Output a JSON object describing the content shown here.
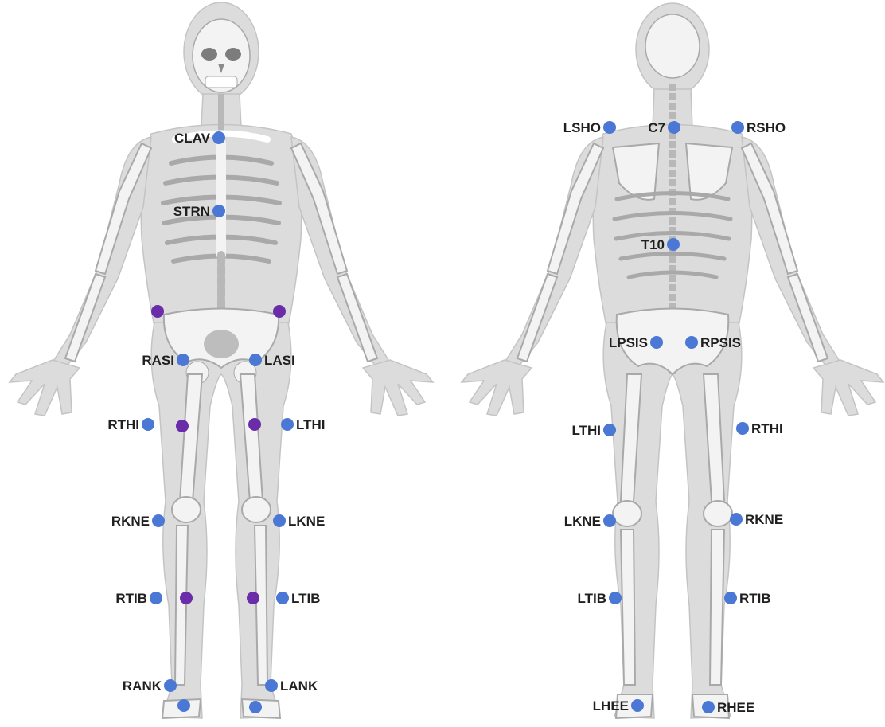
{
  "colors": {
    "background": "#ffffff",
    "body_fill": "#dcdcdc",
    "bone_fill": "#f3f3f3",
    "bone_stroke": "#a9a9a9",
    "marker_blue": "#4a78d4",
    "marker_purple": "#6a2ca8",
    "label_text": "#1f1f1f"
  },
  "front_view": {
    "markers": [
      {
        "id": "CLAV",
        "label": "CLAV",
        "color": "blue"
      },
      {
        "id": "STRN",
        "label": "STRN",
        "color": "blue"
      },
      {
        "id": "RASI",
        "label": "RASI",
        "color": "blue"
      },
      {
        "id": "LASI",
        "label": "LASI",
        "color": "blue"
      },
      {
        "id": "RTHI",
        "label": "RTHI",
        "color": "blue"
      },
      {
        "id": "LTHI",
        "label": "LTHI",
        "color": "blue"
      },
      {
        "id": "RKNE",
        "label": "RKNE",
        "color": "blue"
      },
      {
        "id": "LKNE",
        "label": "LKNE",
        "color": "blue"
      },
      {
        "id": "RTIB",
        "label": "RTIB",
        "color": "blue"
      },
      {
        "id": "LTIB",
        "label": "LTIB",
        "color": "blue"
      },
      {
        "id": "RANK",
        "label": "RANK",
        "color": "blue"
      },
      {
        "id": "LANK",
        "label": "LANK",
        "color": "blue"
      },
      {
        "id": "RTOE",
        "label": "",
        "color": "blue"
      },
      {
        "id": "LTOE",
        "label": "",
        "color": "blue"
      },
      {
        "id": "R-hip-extra",
        "label": "",
        "color": "purple"
      },
      {
        "id": "L-hip-extra",
        "label": "",
        "color": "purple"
      },
      {
        "id": "R-thigh-extra",
        "label": "",
        "color": "purple"
      },
      {
        "id": "L-thigh-extra",
        "label": "",
        "color": "purple"
      },
      {
        "id": "R-shank-extra",
        "label": "",
        "color": "purple"
      },
      {
        "id": "L-shank-extra",
        "label": "",
        "color": "purple"
      }
    ]
  },
  "back_view": {
    "markers": [
      {
        "id": "LSHO",
        "label": "LSHO",
        "color": "blue"
      },
      {
        "id": "C7",
        "label": "C7",
        "color": "blue"
      },
      {
        "id": "RSHO",
        "label": "RSHO",
        "color": "blue"
      },
      {
        "id": "T10",
        "label": "T10",
        "color": "blue"
      },
      {
        "id": "LPSIS",
        "label": "LPSIS",
        "color": "blue"
      },
      {
        "id": "RPSIS",
        "label": "RPSIS",
        "color": "blue"
      },
      {
        "id": "LTHI-b",
        "label": "LTHI",
        "color": "blue"
      },
      {
        "id": "RTHI-b",
        "label": "RTHI",
        "color": "blue"
      },
      {
        "id": "LKNE-b",
        "label": "LKNE",
        "color": "blue"
      },
      {
        "id": "RKNE-b",
        "label": "RKNE",
        "color": "blue"
      },
      {
        "id": "LTIB-b",
        "label": "LTIB",
        "color": "blue"
      },
      {
        "id": "RTIB-b",
        "label": "RTIB",
        "color": "blue"
      },
      {
        "id": "LHEE",
        "label": "LHEE",
        "color": "blue"
      },
      {
        "id": "RHEE",
        "label": "RHEE",
        "color": "blue"
      }
    ]
  }
}
